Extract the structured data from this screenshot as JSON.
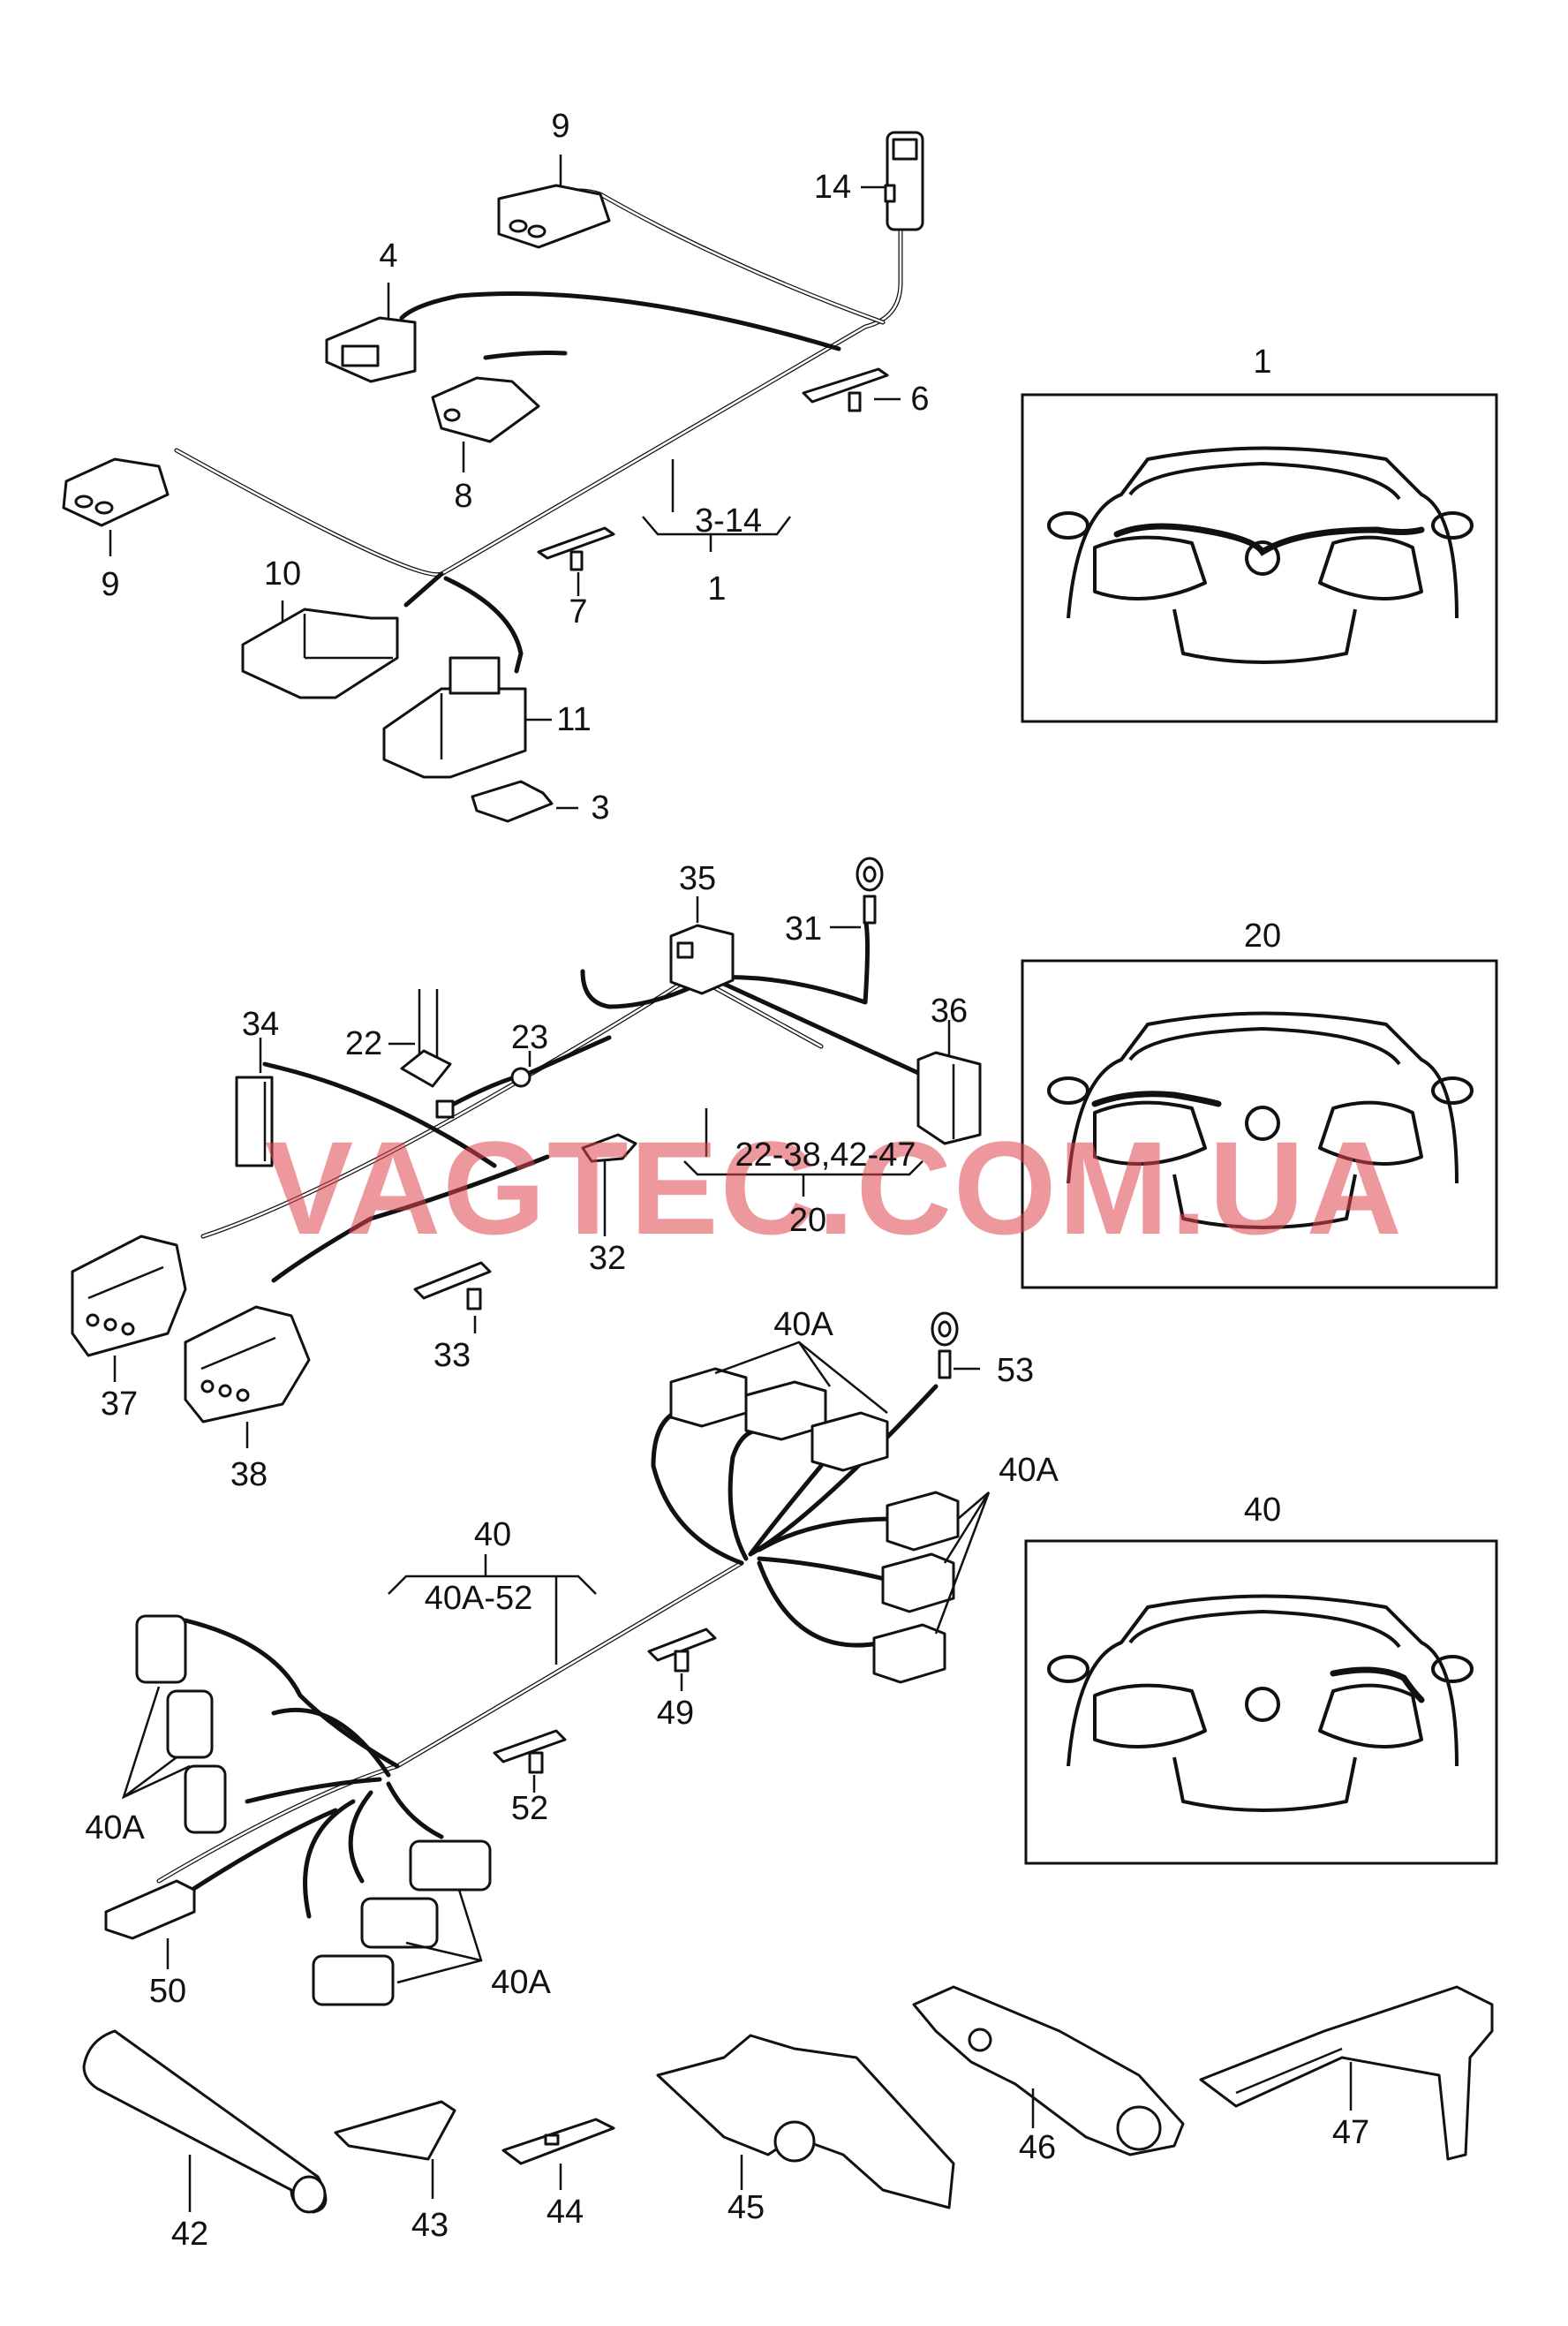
{
  "watermark": "VAGTEC.COM.UA",
  "labels": {
    "l9a": "9",
    "l4": "4",
    "l14": "14",
    "l6": "6",
    "l8": "8",
    "l9b": "9",
    "l3_14": "3-14",
    "l1a": "1",
    "l10": "10",
    "l7": "7",
    "l11": "11",
    "l3": "3",
    "l1b": "1",
    "l35": "35",
    "l31": "31",
    "l36": "36",
    "l34": "34",
    "l22": "22",
    "l23": "23",
    "l20a": "20",
    "l22_38": "22-38,42-47",
    "l20b": "20",
    "l32": "32",
    "l33": "33",
    "l37": "37",
    "l38": "38",
    "l40Aa": "40A",
    "l53": "53",
    "l40Ab": "40A",
    "l40a": "40",
    "l40A_52": "40A-52",
    "l40b": "40",
    "l49": "49",
    "l52": "52",
    "l40Ac": "40A",
    "l50": "50",
    "l40Ad": "40A",
    "l42": "42",
    "l43": "43",
    "l44": "44",
    "l45": "45",
    "l46": "46",
    "l47": "47"
  }
}
